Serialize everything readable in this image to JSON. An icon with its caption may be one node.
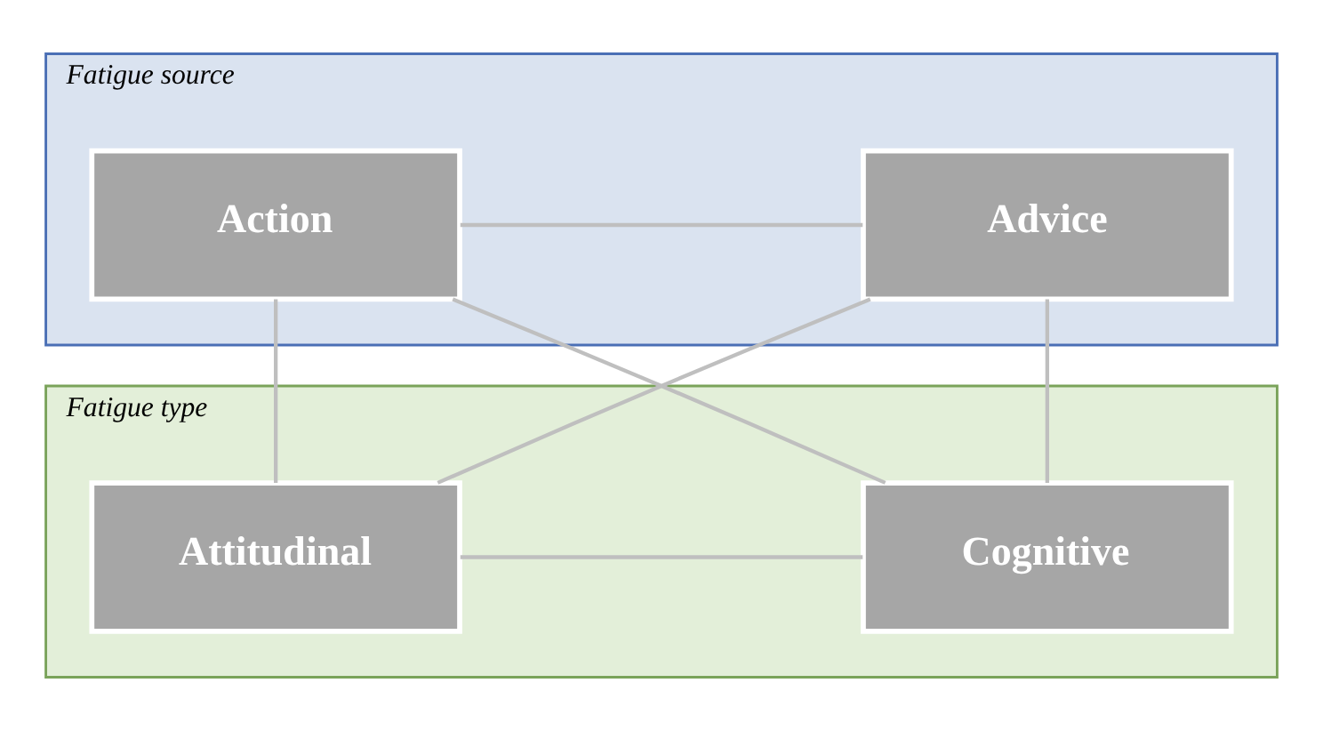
{
  "diagram": {
    "nodes": [
      {
        "text": [
          "Fatigue source"
        ]
      },
      {
        "text": [
          "Action"
        ],
        "in": 0
      },
      {
        "text": [
          "Advice"
        ],
        "in": 0
      },
      {
        "text": [
          "Fatigue type"
        ]
      },
      {
        "text": [
          "Attitudinal"
        ],
        "in": 3
      },
      {
        "text": [
          "Cognitive"
        ],
        "in": 3
      }
    ],
    "edges": [
      {
        "from": 1,
        "to": 2,
        "arrow": "none"
      },
      {
        "from": 1,
        "to": 4,
        "arrow": "none"
      },
      {
        "from": 1,
        "to": 5,
        "arrow": "none"
      },
      {
        "from": 2,
        "to": 4,
        "arrow": "none"
      },
      {
        "from": 2,
        "to": 5,
        "arrow": "none"
      },
      {
        "from": 4,
        "to": 5,
        "arrow": "none"
      }
    ]
  }
}
